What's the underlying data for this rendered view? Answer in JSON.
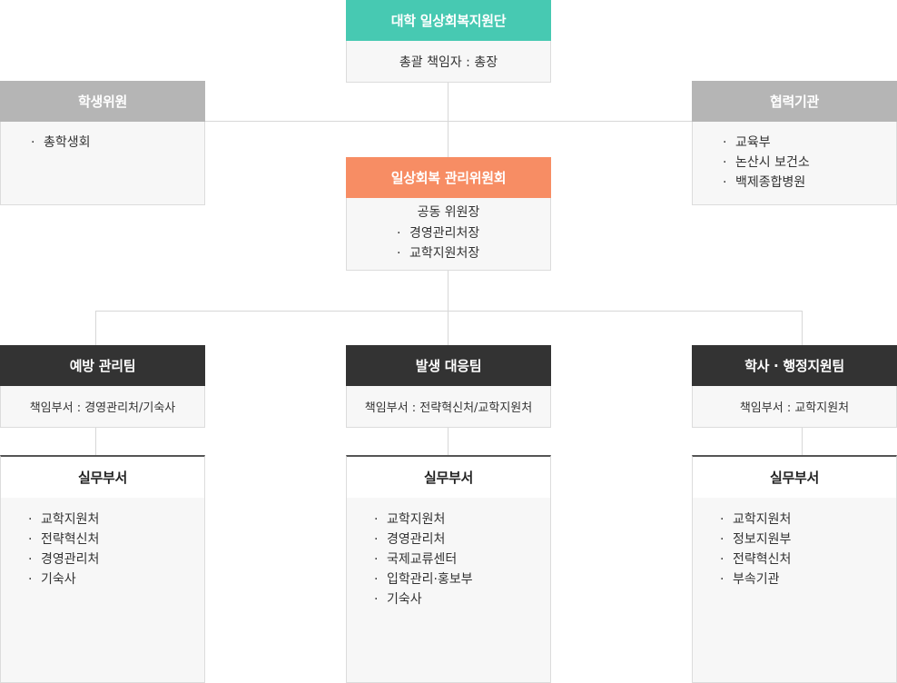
{
  "top": {
    "title": "대학 일상회복지원단",
    "lead": "총괄 책임자 : 총장"
  },
  "student": {
    "title": "학생위원",
    "items": [
      "총학생회"
    ]
  },
  "partner": {
    "title": "협력기관",
    "items": [
      "교육부",
      "논산시 보건소",
      "백제종합병원"
    ]
  },
  "committee": {
    "title": "일상회복 관리위원회",
    "heading": "공동 위원장",
    "items": [
      "경영관리처장",
      "교학지원처장"
    ]
  },
  "teams": [
    {
      "title": "예방 관리팀",
      "responsible": "책임부서 : 경영관리처/기숙사",
      "sub_title": "실무부서",
      "items": [
        "교학지원처",
        "전략혁신처",
        "경영관리처",
        "기숙사"
      ]
    },
    {
      "title": "발생 대응팀",
      "responsible": "책임부서 : 전략혁신처/교학지원처",
      "sub_title": "실무부서",
      "items": [
        "교학지원처",
        "경영관리처",
        "국제교류센터",
        "입학관리·홍보부",
        "기숙사"
      ]
    },
    {
      "title": "학사 · 행정지원팀",
      "responsible": "책임부서 : 교학지원처",
      "sub_title": "실무부서",
      "items": [
        "교학지원처",
        "정보지원부",
        "전략혁신처",
        "부속기관"
      ]
    }
  ]
}
